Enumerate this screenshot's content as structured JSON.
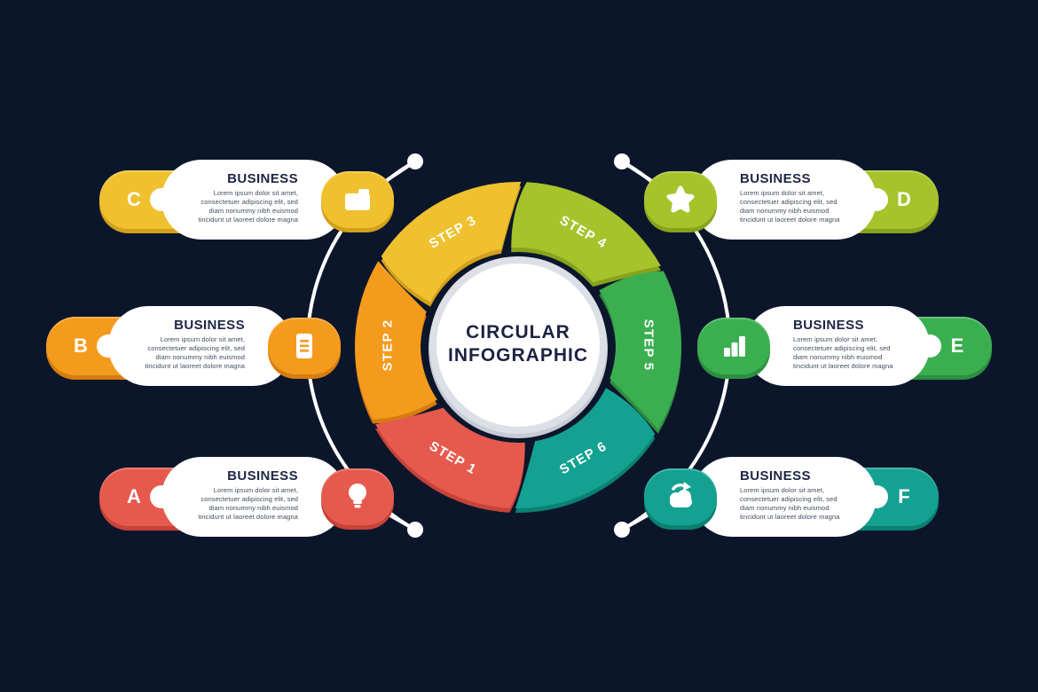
{
  "center": {
    "line1": "CIRCULAR",
    "line2": "INFOGRAPHIC"
  },
  "steps": [
    {
      "label": "STEP 1",
      "color": "#E65A4E",
      "shade": "#C64337"
    },
    {
      "label": "STEP 2",
      "color": "#F49B1E",
      "shade": "#D67C10"
    },
    {
      "label": "STEP 3",
      "color": "#EFC12F",
      "shade": "#D3A01C"
    },
    {
      "label": "STEP 4",
      "color": "#A6C32C",
      "shade": "#87A31D"
    },
    {
      "label": "STEP 5",
      "color": "#3BAF50",
      "shade": "#2C8F3F"
    },
    {
      "label": "STEP 6",
      "color": "#14A192",
      "shade": "#0A8173"
    }
  ],
  "cards": [
    {
      "letter": "C",
      "heading": "BUSINESS",
      "icon": "folder-icon",
      "color": "#EFC12F",
      "shade": "#D3A01C",
      "body": "Lorem ipsum dolor sit amet,\nconsectetuer adipiscing elit, sed\ndiam nonummy nibh euismod\ntincidunt ut laoreet dolore magna"
    },
    {
      "letter": "B",
      "heading": "BUSINESS",
      "icon": "document-icon",
      "color": "#F49B1E",
      "shade": "#D67C10",
      "body": "Lorem ipsum dolor sit amet,\nconsectetuer adipiscing elit, sed\ndiam nonummy nibh euismod\ntincidunt ut laoreet dolore magna"
    },
    {
      "letter": "A",
      "heading": "BUSINESS",
      "icon": "lightbulb-icon",
      "color": "#E65A4E",
      "shade": "#C64337",
      "body": "Lorem ipsum dolor sit amet,\nconsectetuer adipiscing elit, sed\ndiam nonummy nibh euismod\ntincidunt ut laoreet dolore magna"
    },
    {
      "letter": "D",
      "heading": "BUSINESS",
      "icon": "star-icon",
      "color": "#A6C32C",
      "shade": "#87A31D",
      "body": "Lorem ipsum dolor sit amet,\nconsectetuer adipiscing elit, sed\ndiam nonummy nibh euismod\ntincidunt ut laoreet dolore magna"
    },
    {
      "letter": "E",
      "heading": "BUSINESS",
      "icon": "bar-chart-icon",
      "color": "#3BAF50",
      "shade": "#2C8F3F",
      "body": "Lorem ipsum dolor sit amet,\nconsectetuer adipiscing elit, sed\ndiam nonummy nibh euismod\ntincidunt ut laoreet dolore magna"
    },
    {
      "letter": "F",
      "heading": "BUSINESS",
      "icon": "cloud-arrow-icon",
      "color": "#14A192",
      "shade": "#0A8173",
      "body": "Lorem ipsum dolor sit amet,\nconsectetuer adipiscing elit, sed\ndiam nonummy nibh euismod\ntincidunt ut laoreet dolore magna"
    }
  ],
  "colors": {
    "background": "#0C162B",
    "card": "#FFFFFF",
    "heading": "#1E2644",
    "body_text": "#414B60",
    "center_text": "#1C2342",
    "connector": "#FFFFFF",
    "center_ring": "#DCDFE6",
    "center_ring_shade": "#C7CBD6"
  }
}
